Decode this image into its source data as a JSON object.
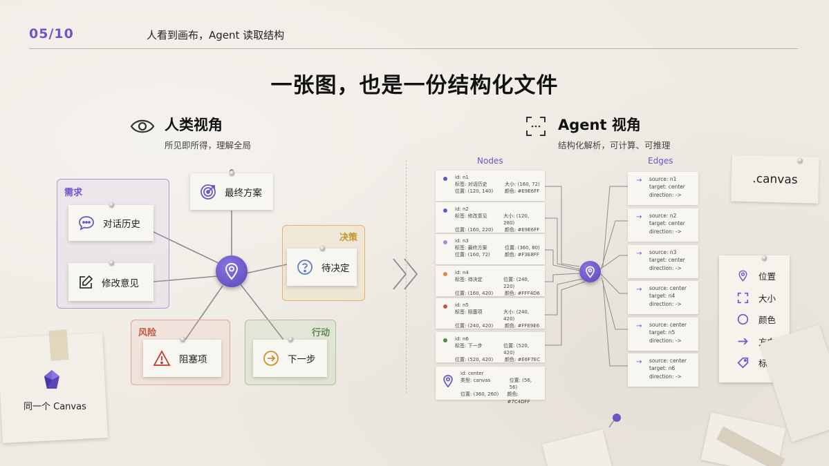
{
  "header": {
    "page_current": "05",
    "page_sep": "/",
    "page_total": "10",
    "title": "人看到画布，Agent 读取结构"
  },
  "main_title": "一张图，也是一份结构化文件",
  "human": {
    "title": "人类视角",
    "subtitle": "所见即所得，理解全局",
    "groups": {
      "req": "需求",
      "decision": "决策",
      "risk": "风险",
      "action": "行动"
    },
    "cards": {
      "history": "对话历史",
      "edit": "修改意见",
      "final": "最终方案",
      "pending": "待决定",
      "blocker": "阻塞项",
      "next": "下一步"
    }
  },
  "agent": {
    "title": "Agent 视角",
    "subtitle": "结构化解析，可计算、可推理",
    "nodes_title": "Nodes",
    "edges_title": "Edges",
    "nodes": [
      {
        "id": "id: n1",
        "label": "标签: 对话历史",
        "size": "大小: (160, 72)",
        "pos": "位置: (120, 140)",
        "color": "颜色: #E9E6FF",
        "dot": "#6a56c8"
      },
      {
        "id": "id: n2",
        "label": "标签: 修改意见",
        "size": "大小: (120, 280)",
        "pos": "位置: (160, 220)",
        "color": "颜色: #E9E6FF",
        "dot": "#6a56c8"
      },
      {
        "id": "id: n3",
        "label": "标签: 最终方案",
        "size": "位置: (360, 80)",
        "pos": "位置: (160, 72)",
        "color": "颜色: #F3E8FF",
        "dot": "#a58be0"
      },
      {
        "id": "id: n4",
        "label": "标签: 待决定",
        "size": "位置: (240, 220)",
        "pos": "位置: (160, 420)",
        "color": "颜色: #FFF4D6",
        "dot": "#e08a3a"
      },
      {
        "id": "id: n5",
        "label": "标签: 阻塞项",
        "size": "大小: (240, 420)",
        "pos": "位置: (240, 420)",
        "color": "颜色: #FFE9E6",
        "dot": "#c0573e"
      },
      {
        "id": "id: n6",
        "label": "标签: 下一步",
        "size": "位置: (520, 420)",
        "pos": "位置: (520, 420)",
        "color": "颜色: #E6F7EC",
        "dot": "#4f8a3e"
      }
    ],
    "center_node": {
      "id": "id: center",
      "type": "类型: canvas",
      "size": "位置: (56, 56)",
      "pos": "位置: (360, 260)",
      "color": "颜色: #7C4DFF"
    },
    "edges": [
      {
        "source": "source: n1",
        "target": "target: center",
        "direction": "direction: ->"
      },
      {
        "source": "source: n2",
        "target": "target: center",
        "direction": "direction: ->"
      },
      {
        "source": "source: n3",
        "target": "target: center",
        "direction": "direction: ->"
      },
      {
        "source": "source: center",
        "target": "target: n4",
        "direction": "direction: ->"
      },
      {
        "source": "source: center",
        "target": "target: n5",
        "direction": "direction: ->"
      },
      {
        "source": "source: center",
        "target": "target: n6",
        "direction": "direction: ->"
      }
    ]
  },
  "canvas_file": ".canvas",
  "legend": [
    "位置",
    "大小",
    "颜色",
    "方向",
    "标签"
  ],
  "bottom_left_label": "同一个 Canvas",
  "colors": {
    "accent": "#6a56c8"
  }
}
